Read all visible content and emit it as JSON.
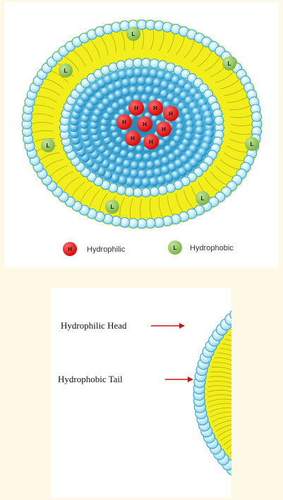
{
  "legend": {
    "hydrophilic": {
      "symbol": "H",
      "label": "Hydrophilic",
      "color": "#e01010"
    },
    "hydrophobic": {
      "symbol": "L",
      "label": "Hydrophobic",
      "color": "#8cc152"
    }
  },
  "callouts": {
    "head": "Hydrophilic Head",
    "tail": "Hydrophobic Tail"
  },
  "colors": {
    "page_background": "#fdf9e6",
    "bilayer_yellow": "#f2ee1c",
    "head_fill": "#bfe9f7",
    "head_stroke": "#2a9fcf",
    "core_blue": "#37a9d6",
    "arrow": "#c01818"
  }
}
